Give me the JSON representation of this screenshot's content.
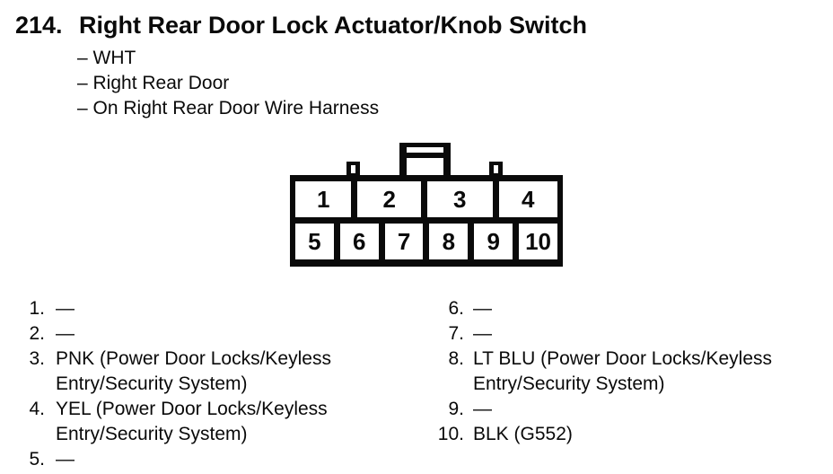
{
  "figure": {
    "number": "214.",
    "title": "Right Rear Door Lock Actuator/Knob Switch",
    "attributes": [
      "– WHT",
      "– Right Rear Door",
      "– On Right Rear Door Wire Harness"
    ]
  },
  "connector": {
    "top_row": [
      "1",
      "2",
      "3",
      "4"
    ],
    "bottom_row": [
      "5",
      "6",
      "7",
      "8",
      "9",
      "10"
    ]
  },
  "pins": {
    "left": [
      {
        "num": "1.",
        "text": "—"
      },
      {
        "num": "2.",
        "text": "—"
      },
      {
        "num": "3.",
        "text": "PNK (Power Door Locks/Keyless Entry/Security System)"
      },
      {
        "num": "4.",
        "text": "YEL (Power Door Locks/Keyless Entry/Security System)"
      },
      {
        "num": "5.",
        "text": "—"
      }
    ],
    "right": [
      {
        "num": "6.",
        "text": "—"
      },
      {
        "num": "7.",
        "text": "—"
      },
      {
        "num": "8.",
        "text": "LT BLU (Power Door Locks/Keyless Entry/Security System)"
      },
      {
        "num": "9.",
        "text": "—"
      },
      {
        "num": "10.",
        "text": "BLK (G552)"
      }
    ]
  },
  "colors": {
    "ink": "#0a0a0a",
    "paper": "#ffffff"
  }
}
